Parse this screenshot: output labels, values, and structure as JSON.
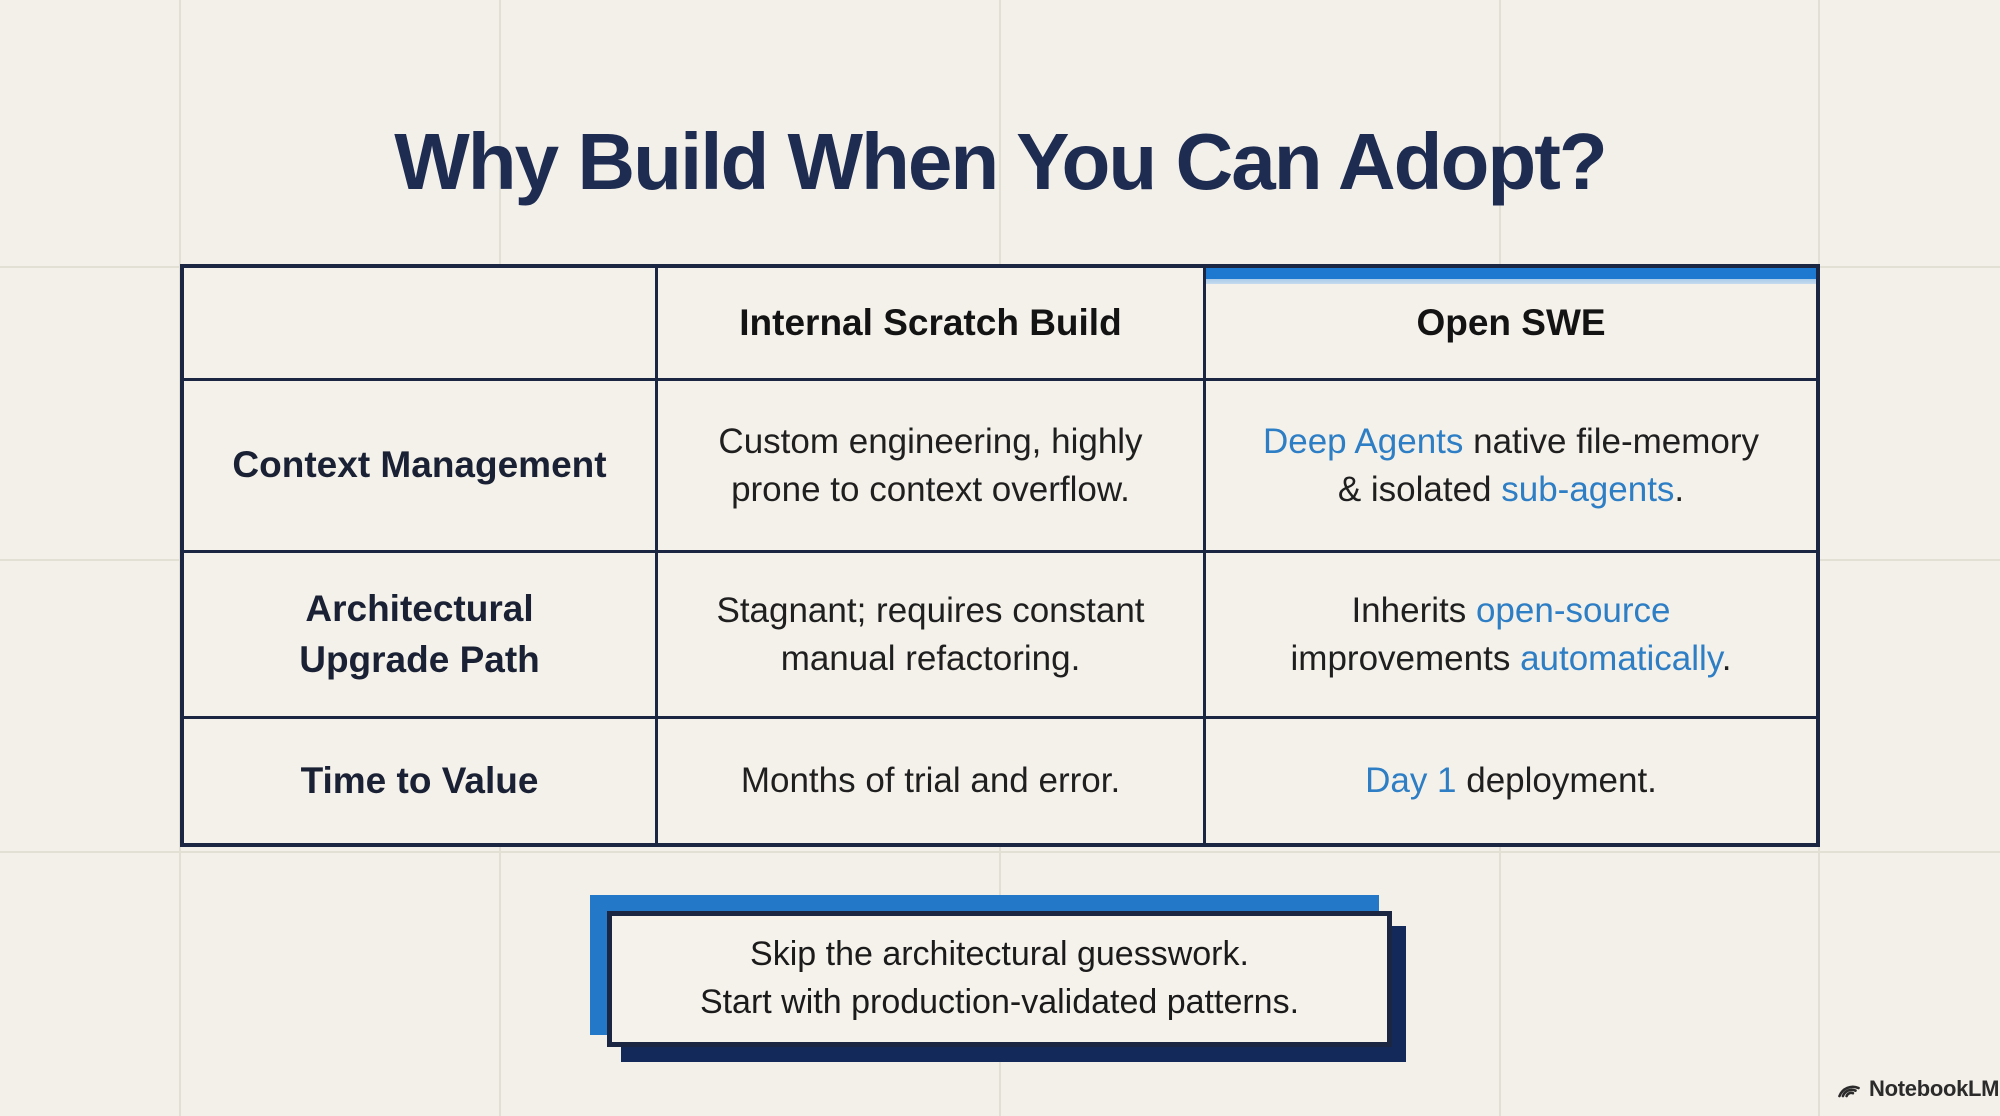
{
  "title": "Why Build When You Can Adopt?",
  "table": {
    "header": {
      "col1": "",
      "col2": "Internal Scratch Build",
      "col3": "Open SWE"
    },
    "rows": [
      {
        "label": "Context Management",
        "internal_l1": "Custom engineering, highly",
        "internal_l2": "prone to context overflow.",
        "open": {
          "s1": "Deep Agents",
          "s2": " native file-memory",
          "s3": "& isolated ",
          "s4": "sub-agents",
          "s5": "."
        }
      },
      {
        "label_l1": "Architectural",
        "label_l2": "Upgrade Path",
        "internal_l1": "Stagnant; requires constant",
        "internal_l2": "manual refactoring.",
        "open": {
          "s1": "Inherits ",
          "s2": "open-source",
          "s3": "improvements ",
          "s4": "automatically",
          "s5": "."
        }
      },
      {
        "label": "Time to Value",
        "internal": "Months of trial and error.",
        "open": {
          "s1": "Day 1",
          "s2": " deployment."
        }
      }
    ]
  },
  "callout": {
    "line1": "Skip the architectural guesswork.",
    "line2": "Start with production-validated patterns."
  },
  "branding": {
    "logo_text": "NotebookLM",
    "logo_icon": "notebooklm-wave-icon"
  },
  "colors": {
    "background": "#f3f0e9",
    "navy_border": "#1b2742",
    "title_navy": "#1e2c52",
    "accent_blue": "#2478c8",
    "link_blue": "#2d7ec5",
    "shadow_navy": "#13295a"
  }
}
